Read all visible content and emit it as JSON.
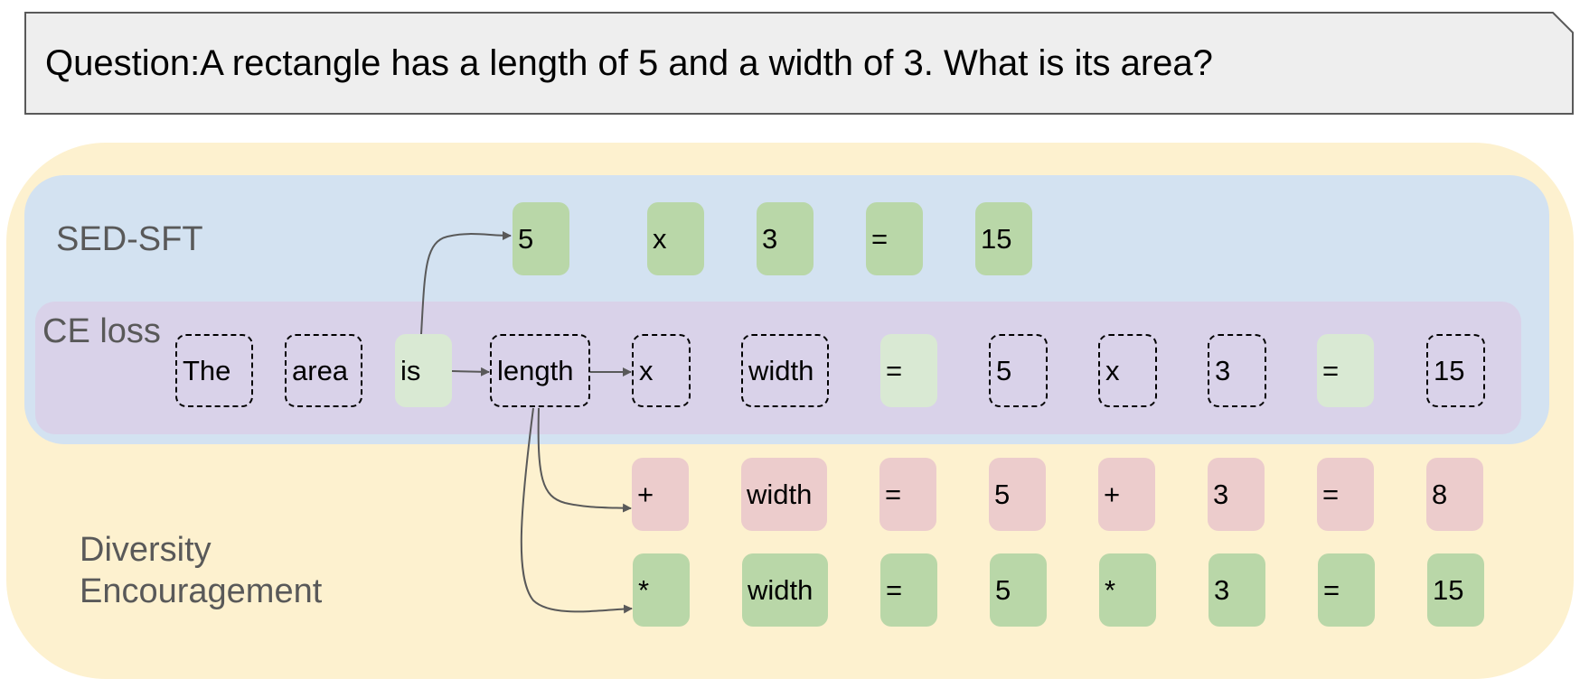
{
  "question": "Question:A rectangle has a length of 5 and a width of 3. What is its area?",
  "labels": {
    "sed_sft": "SED-SFT",
    "ce_loss": "CE loss",
    "diversity_line1": "Diversity",
    "diversity_line2": "Encouragement"
  },
  "colors": {
    "question_bg": "#eeeeee",
    "outer_panel": "#fdf1cf",
    "sft_panel": "#d3e2f1",
    "ce_panel": "#d9d2e9",
    "token_green": "#b9d7a8",
    "token_light_green": "#d9e9d3",
    "token_red": "#eccccc"
  },
  "rows": {
    "sed_sft": [
      "5",
      "x",
      "3",
      "=",
      "15"
    ],
    "ce_loss": [
      "The",
      "area",
      "is",
      "length",
      "x",
      "width",
      "=",
      "5",
      "x",
      "3",
      "=",
      "15"
    ],
    "diversity_wrong": [
      "+",
      "width",
      "=",
      "5",
      "+",
      "3",
      "=",
      "8"
    ],
    "diversity_correct": [
      "*",
      "width",
      "=",
      "5",
      "*",
      "3",
      "=",
      "15"
    ]
  }
}
